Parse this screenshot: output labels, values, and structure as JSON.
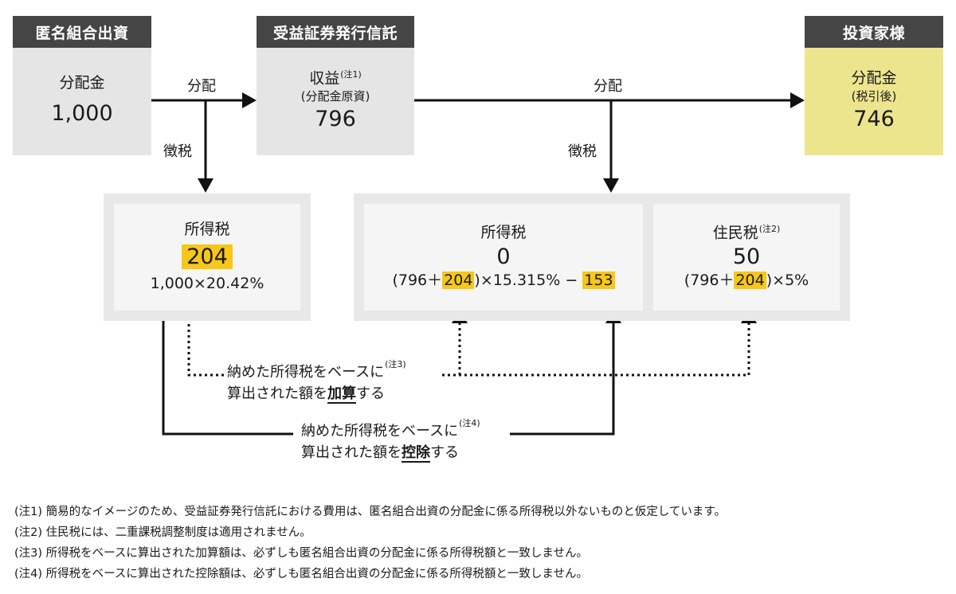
{
  "headers": {
    "tokumei": "匿名組合出資",
    "trust": "受益証券発行信託",
    "investor": "投資家様"
  },
  "source_box": {
    "label": "分配金",
    "value": "1,000"
  },
  "trust_box": {
    "label": "収益",
    "note_ref": "(注1)",
    "sub": "(分配金原資)",
    "value": "796"
  },
  "investor_box": {
    "label": "分配金",
    "sub": "(税引後)",
    "value": "746"
  },
  "flow_labels": {
    "distribute_left": "分配",
    "distribute_right": "分配",
    "withhold_left": "徴税",
    "withhold_right": "徴税"
  },
  "tax_left": {
    "title": "所得税",
    "value": "204",
    "formula": "1,000×20.42%"
  },
  "tax_mid": {
    "title": "所得税",
    "value": "0",
    "f_open": "(796＋",
    "f_hl1": "204",
    "f_mid": ")×15.315% − ",
    "f_hl2": "153"
  },
  "tax_right": {
    "title": "住民税",
    "note_ref": "(注2)",
    "value": "50",
    "f_open": "(796＋",
    "f_hl": "204",
    "f_close": ")×5%"
  },
  "annot_add": {
    "line1": "納めた所得税をベースに",
    "note_ref": "(注3)",
    "line2_pre": "算出された額を",
    "line2_em": "加算",
    "line2_post": "する"
  },
  "annot_sub": {
    "line1": "納めた所得税をベースに",
    "note_ref": "(注4)",
    "line2_pre": "算出された額を",
    "line2_em": "控除",
    "line2_post": "する"
  },
  "notes": [
    "(注1) 簡易的なイメージのため、受益証券発行信託における費用は、匿名組合出資の分配金に係る所得税以外ないものと仮定しています。",
    "(注2) 住民税には、二重課税調整制度は適用されません。",
    "(注3) 所得税をベースに算出された加算額は、必ずしも匿名組合出資の分配金に係る所得税額と一致しません。",
    "(注4) 所得税をベースに算出された控除額は、必ずしも匿名組合出資の分配金に係る所得税額と一致しません。"
  ]
}
